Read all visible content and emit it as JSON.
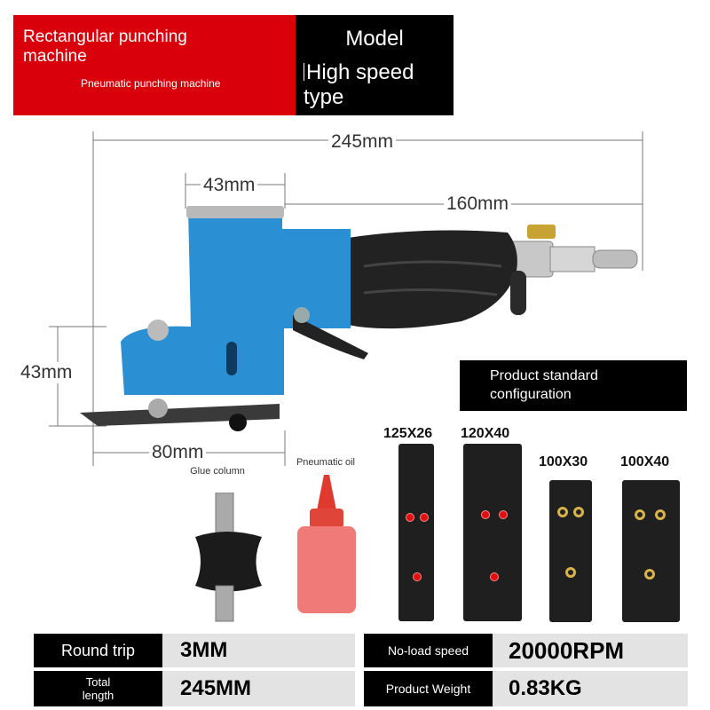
{
  "header": {
    "title": "Rectangular punching machine",
    "subtitle": "Pneumatic punching machine",
    "model_label": "Model",
    "model_value": "High speed type"
  },
  "dimensions": {
    "total_width": "245mm",
    "head_width": "43mm",
    "handle_length": "160mm",
    "height": "43mm",
    "base_width": "80mm"
  },
  "accessories": {
    "glue_column": "Glue column",
    "pneumatic_oil": "Pneumatic oil"
  },
  "config": {
    "title": "Product standard configuration",
    "plates": [
      {
        "size": "125X26",
        "hole_color": "red"
      },
      {
        "size": "120X40",
        "hole_color": "red"
      },
      {
        "size": "100X30",
        "hole_color": "gold"
      },
      {
        "size": "100X40",
        "hole_color": "gold"
      }
    ]
  },
  "specs": [
    {
      "label": "Round trip",
      "value": "3MM"
    },
    {
      "label": "Total length",
      "value": "245MM"
    },
    {
      "label": "No-load speed",
      "value": "20000RPM"
    },
    {
      "label": "Product Weight",
      "value": "0.83KG"
    }
  ],
  "colors": {
    "brand_red": "#d9000c",
    "tool_blue": "#2a8fd3",
    "grip_black": "#222222"
  }
}
